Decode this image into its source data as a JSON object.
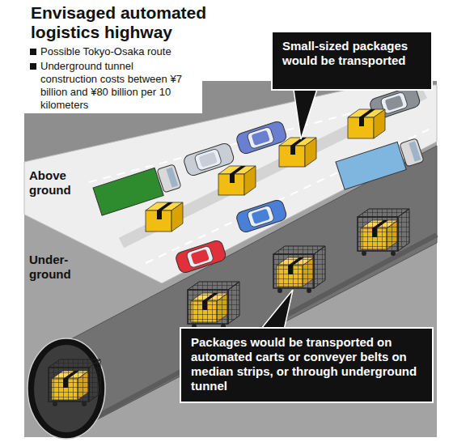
{
  "diagram": {
    "title": "Envisaged automated logistics highway",
    "nodes": [
      {
        "text": [
          "Small-sized packages would be transported"
        ]
      },
      {
        "text": [
          "Packages would be transported on automated carts or conveyer belts on median strips, or through underground tunnel"
        ]
      }
    ],
    "labels": [
      "Possible Tokyo-Osaka route",
      "Underground tunnel construction costs between ¥7 billion and ¥80 billion per 10 kilometers",
      "Above ground",
      "Under- ground"
    ]
  }
}
